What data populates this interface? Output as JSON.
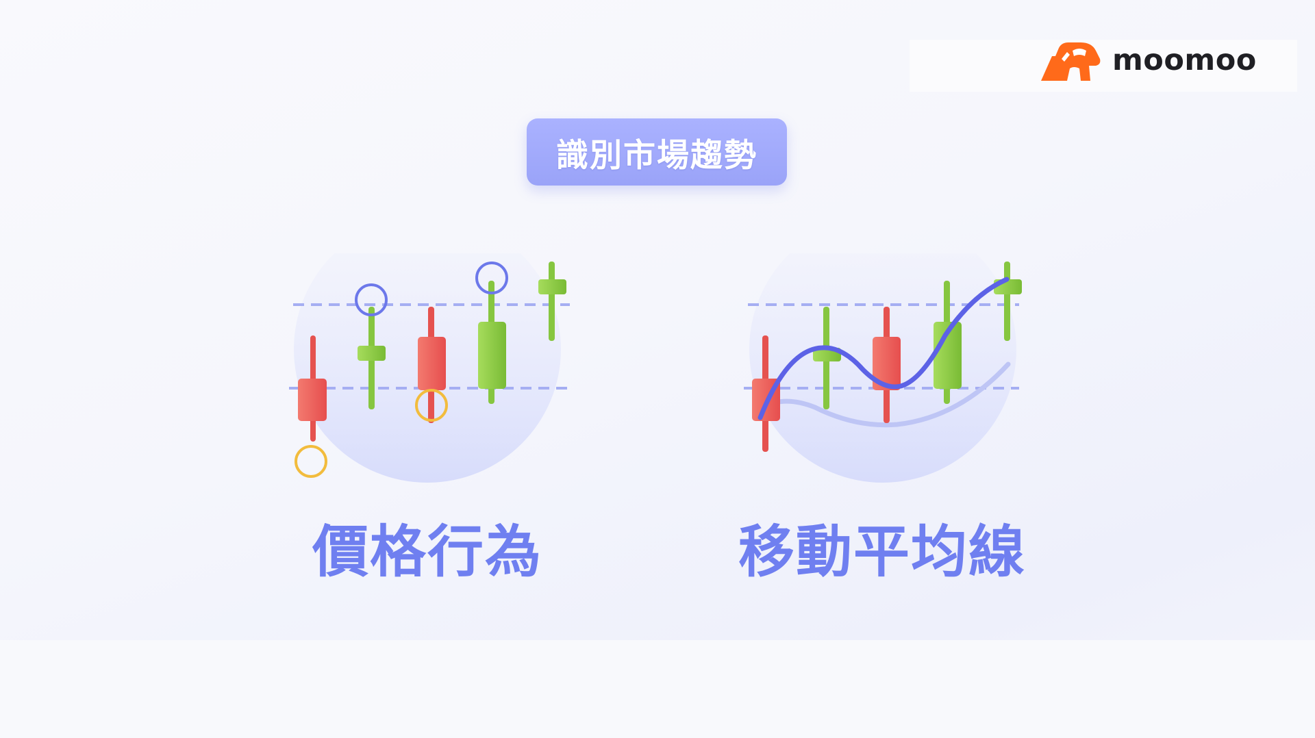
{
  "brand": {
    "name": "moomoo",
    "accent_color": "#ff6a1a"
  },
  "title": "識別市場趨勢",
  "panels": [
    {
      "caption": "價格行為",
      "illustration": "candlestick-support-resistance"
    },
    {
      "caption": "移動平均線",
      "illustration": "candlestick-moving-average"
    }
  ],
  "colors": {
    "bullish": "#8ccc43",
    "bearish": "#ee5a55",
    "accent_blue": "#6f7ff0",
    "highlight_yellow": "#f2bc3d",
    "highlight_blue": "#6c78ea",
    "badge": "#a5adfc"
  }
}
